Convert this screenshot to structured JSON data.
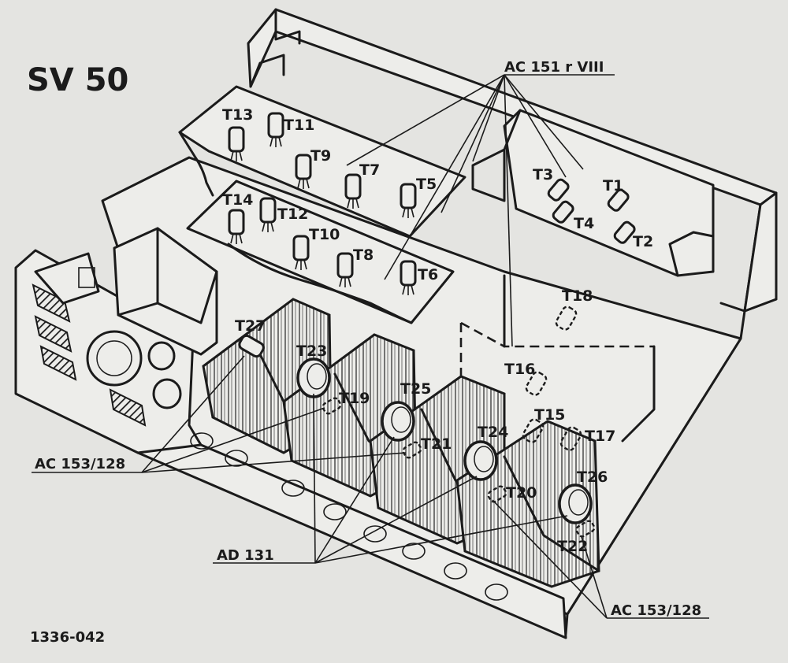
{
  "title": "SV 50",
  "drawing_number": "1336-042",
  "part_labels": {
    "ac151": "AC 151 r VIII",
    "ac153_left": "AC 153/128",
    "ac153_right": "AC 153/128",
    "ad131": "AD 131"
  },
  "transistors": [
    {
      "id": "T1"
    },
    {
      "id": "T2"
    },
    {
      "id": "T3"
    },
    {
      "id": "T4"
    },
    {
      "id": "T5"
    },
    {
      "id": "T6"
    },
    {
      "id": "T7"
    },
    {
      "id": "T8"
    },
    {
      "id": "T9"
    },
    {
      "id": "T10"
    },
    {
      "id": "T11"
    },
    {
      "id": "T12"
    },
    {
      "id": "T13"
    },
    {
      "id": "T14"
    },
    {
      "id": "T15"
    },
    {
      "id": "T16"
    },
    {
      "id": "T17"
    },
    {
      "id": "T18"
    },
    {
      "id": "T19"
    },
    {
      "id": "T20"
    },
    {
      "id": "T21"
    },
    {
      "id": "T22"
    },
    {
      "id": "T23"
    },
    {
      "id": "T24"
    },
    {
      "id": "T25"
    },
    {
      "id": "T26"
    },
    {
      "id": "T27"
    }
  ],
  "colors": {
    "paper": "#e4e4e1",
    "ink": "#1b1b1b"
  }
}
